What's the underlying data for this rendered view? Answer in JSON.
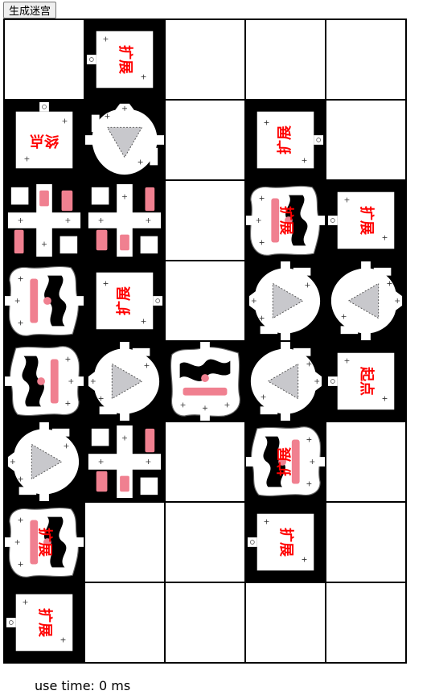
{
  "toolbar": {
    "generate_label": "生成迷宫"
  },
  "footer": {
    "use_time_label": "use time: 0 ms"
  },
  "colors": {
    "room_bg": "#000000",
    "empty_bg": "#ffffff",
    "label": "#ff0000",
    "accent": "#f08090",
    "floor": "#ffffff",
    "slab": "#c8c8cc"
  },
  "maze": {
    "columns": 5,
    "rows": 8,
    "cells": [
      {
        "col": 0,
        "row": 0,
        "kind": "empty"
      },
      {
        "col": 1,
        "row": 0,
        "kind": "block",
        "label": "扩展",
        "rotate": 90
      },
      {
        "col": 2,
        "row": 0,
        "kind": "empty"
      },
      {
        "col": 3,
        "row": 0,
        "kind": "empty"
      },
      {
        "col": 4,
        "row": 0,
        "kind": "empty"
      },
      {
        "col": 0,
        "row": 1,
        "kind": "block",
        "label": "终点",
        "rotate": 180
      },
      {
        "col": 1,
        "row": 1,
        "kind": "tri",
        "rotate": 180
      },
      {
        "col": 2,
        "row": 1,
        "kind": "empty"
      },
      {
        "col": 3,
        "row": 1,
        "kind": "block",
        "label": "扩展",
        "rotate": -90
      },
      {
        "col": 4,
        "row": 1,
        "kind": "empty"
      },
      {
        "col": 0,
        "row": 2,
        "kind": "bars",
        "rotate": 0
      },
      {
        "col": 1,
        "row": 2,
        "kind": "bars",
        "rotate": 180
      },
      {
        "col": 2,
        "row": 2,
        "kind": "empty"
      },
      {
        "col": 3,
        "row": 2,
        "kind": "wave",
        "label": "扩展",
        "rotate": 90
      },
      {
        "col": 4,
        "row": 2,
        "kind": "block",
        "label": "扩展",
        "rotate": 90
      },
      {
        "col": 0,
        "row": 3,
        "kind": "wave",
        "rotate": 90
      },
      {
        "col": 1,
        "row": 3,
        "kind": "block",
        "label": "扩展",
        "rotate": -90
      },
      {
        "col": 2,
        "row": 3,
        "kind": "empty"
      },
      {
        "col": 3,
        "row": 3,
        "kind": "tri",
        "rotate": 90
      },
      {
        "col": 4,
        "row": 3,
        "kind": "tri",
        "rotate": -90
      },
      {
        "col": 0,
        "row": 4,
        "kind": "wave",
        "rotate": -90
      },
      {
        "col": 1,
        "row": 4,
        "kind": "tri",
        "rotate": 90
      },
      {
        "col": 2,
        "row": 4,
        "kind": "wave",
        "rotate": 0
      },
      {
        "col": 3,
        "row": 4,
        "kind": "tri",
        "rotate": -90
      },
      {
        "col": 4,
        "row": 4,
        "kind": "block",
        "label": "起点",
        "rotate": 90
      },
      {
        "col": 0,
        "row": 5,
        "kind": "tri",
        "rotate": 90
      },
      {
        "col": 1,
        "row": 5,
        "kind": "bars",
        "rotate": 180
      },
      {
        "col": 2,
        "row": 5,
        "kind": "empty"
      },
      {
        "col": 3,
        "row": 5,
        "kind": "wave",
        "label": "扩展",
        "rotate": -90
      },
      {
        "col": 4,
        "row": 5,
        "kind": "empty"
      },
      {
        "col": 0,
        "row": 6,
        "kind": "wave",
        "label": "扩展",
        "rotate": 90
      },
      {
        "col": 1,
        "row": 6,
        "kind": "empty"
      },
      {
        "col": 2,
        "row": 6,
        "kind": "empty"
      },
      {
        "col": 3,
        "row": 6,
        "kind": "block",
        "label": "扩展",
        "rotate": 90
      },
      {
        "col": 4,
        "row": 6,
        "kind": "empty"
      },
      {
        "col": 0,
        "row": 7,
        "kind": "block",
        "label": "扩展",
        "rotate": 90
      },
      {
        "col": 1,
        "row": 7,
        "kind": "empty"
      },
      {
        "col": 2,
        "row": 7,
        "kind": "empty"
      },
      {
        "col": 3,
        "row": 7,
        "kind": "empty"
      },
      {
        "col": 4,
        "row": 7,
        "kind": "empty"
      }
    ]
  }
}
